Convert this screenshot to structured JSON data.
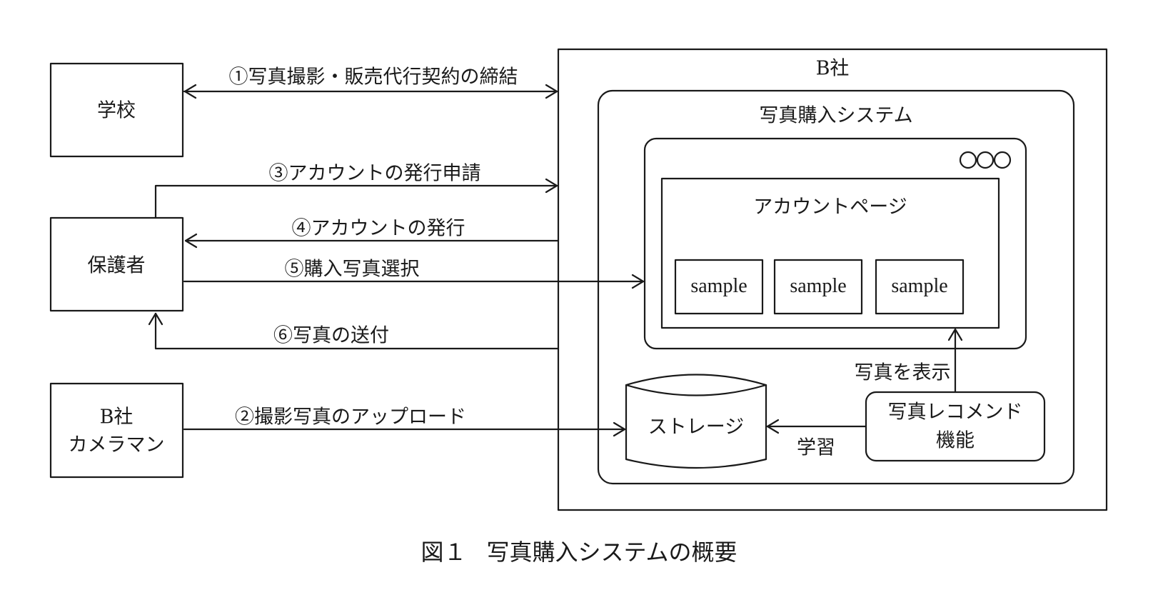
{
  "diagram": {
    "actors": {
      "school": "学校",
      "guardian": "保護者",
      "cameraman_line1": "B社",
      "cameraman_line2": "カメラマン"
    },
    "company": {
      "title": "B社",
      "system_title": "写真購入システム",
      "browser_dots": "○○○",
      "account_page": {
        "title": "アカウントページ",
        "samples": [
          "sample",
          "sample",
          "sample"
        ]
      },
      "storage": "ストレージ",
      "recommend_line1": "写真レコメンド",
      "recommend_line2": "機能",
      "display_label": "写真を表示",
      "learn_label": "学習"
    },
    "flows": [
      {
        "id": 1,
        "label": "①写真撮影・販売代行契約の締結",
        "direction": "bidirectional"
      },
      {
        "id": 2,
        "label": "②撮影写真のアップロード",
        "direction": "to-storage"
      },
      {
        "id": 3,
        "label": "③アカウントの発行申請",
        "direction": "to-company"
      },
      {
        "id": 4,
        "label": "④アカウントの発行",
        "direction": "to-guardian"
      },
      {
        "id": 5,
        "label": "⑤購入写真選択",
        "direction": "to-browser"
      },
      {
        "id": 6,
        "label": "⑥写真の送付",
        "direction": "to-guardian"
      }
    ]
  },
  "caption": {
    "number": "図１",
    "title": "写真購入システムの概要"
  }
}
